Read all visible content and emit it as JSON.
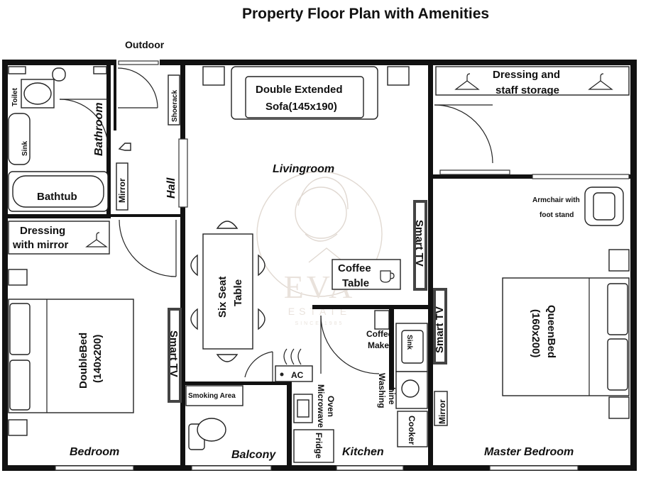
{
  "title": "Property Floor Plan with Amenities",
  "outdoor": "Outdoor",
  "rooms": {
    "toilet": "Toilet",
    "sink_bath": "Sink",
    "bathroom": "Bathroom",
    "bathtub": "Bathtub",
    "shoerack": "Shoerack",
    "mirror_hall": "Mirror",
    "hall": "Hall",
    "dressing_mirror_1": "Dressing",
    "dressing_mirror_2": "with mirror",
    "doublebed_1": "DoubleBed",
    "doublebed_2": "(140x200)",
    "smart_tv_bedroom": "Smart TV",
    "bedroom": "Bedroom",
    "sofa_1": "Double Extended",
    "sofa_2": "Sofa(145x190)",
    "livingroom": "Livingroom",
    "six_seat_1": "Six Seat",
    "six_seat_2": "Table",
    "smart_tv_living": "Smart TV",
    "coffee_table_1": "Coffee",
    "coffee_table_2": "Table",
    "ac": "AC",
    "smoking_area": "Smoking Area",
    "balcony": "Balcony",
    "coffee_maker_1": "Coffee",
    "coffee_maker_2": "Maker",
    "sink_kitchen": "Sink",
    "washing_1": "Washing",
    "washing_2": "machine",
    "microwave_1": "Microwave",
    "microwave_2": "Oven",
    "cooker": "Cooker",
    "fridge": "Fridge",
    "kitchen": "Kitchen",
    "dressing_staff_1": "Dressing and",
    "dressing_staff_2": "staff storage",
    "armchair_1": "Armchair with",
    "armchair_2": "foot stand",
    "queenbed_1": "QueenBed",
    "queenbed_2": "(160x200)",
    "smart_tv_master": "Smart TV",
    "mirror_master": "Mirror",
    "master_bedroom": "Master Bedroom"
  },
  "watermark": {
    "brand": "EVA",
    "sub": "ESTATE",
    "since": "SINCE 1985"
  }
}
